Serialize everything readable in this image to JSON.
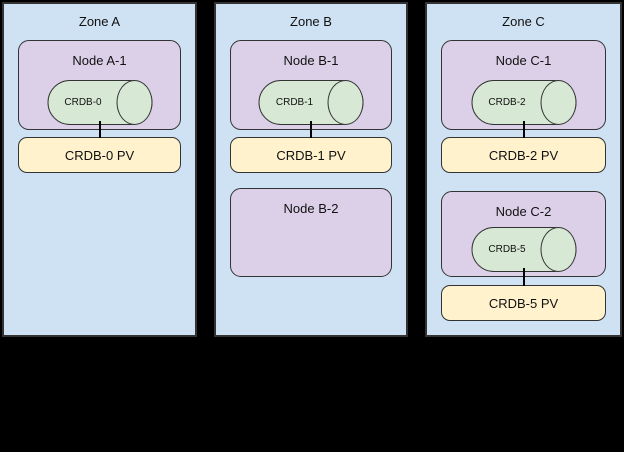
{
  "colors": {
    "background": "#000000",
    "zone_fill": "#cfe2f3",
    "node_fill": "#dcd0e8",
    "db_fill": "#d7e9d5",
    "pv_fill": "#fff2cc",
    "border": "#333333"
  },
  "zones": [
    {
      "title": "Zone A",
      "node1": {
        "title": "Node A-1",
        "db": "CRDB-0"
      },
      "pv1": {
        "label": "CRDB-0 PV"
      }
    },
    {
      "title": "Zone B",
      "node1": {
        "title": "Node B-1",
        "db": "CRDB-1"
      },
      "pv1": {
        "label": "CRDB-1 PV"
      },
      "node2": {
        "title": "Node B-2"
      }
    },
    {
      "title": "Zone C",
      "node1": {
        "title": "Node C-1",
        "db": "CRDB-2"
      },
      "pv1": {
        "label": "CRDB-2 PV"
      },
      "node2": {
        "title": "Node C-2",
        "db": "CRDB-5"
      },
      "pv2": {
        "label": "CRDB-5 PV"
      }
    }
  ]
}
